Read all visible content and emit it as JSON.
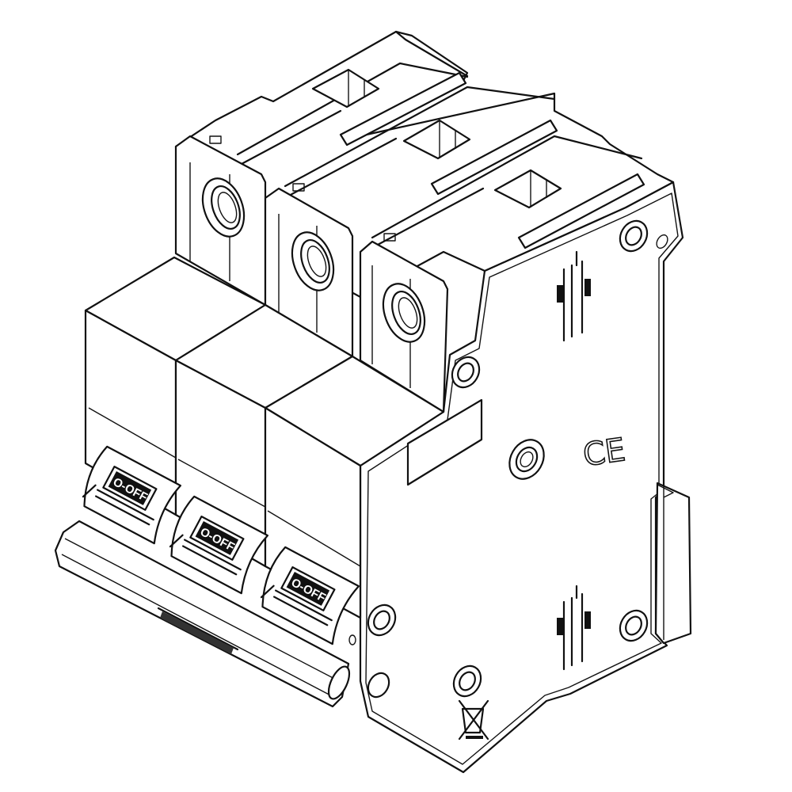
{
  "drawing": {
    "subject": "3-pole miniature circuit breaker, isometric line drawing",
    "poles": 3,
    "colors": {
      "line": "#111111",
      "background": "#ffffff"
    }
  },
  "handles": [
    {
      "label": "O-OFF"
    },
    {
      "label": "O-OFF"
    },
    {
      "label": "O-OFF"
    }
  ],
  "side_markings": {
    "certification": "CE",
    "disposal_icon": "weee-crossed-bin-icon",
    "wiring_symbol": "pole-wiring-symbol-icon"
  }
}
